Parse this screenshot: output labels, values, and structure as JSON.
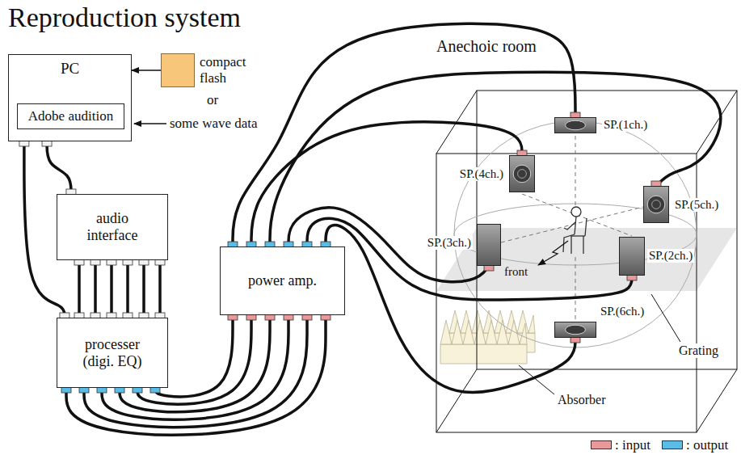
{
  "diagram": {
    "title": "Reproduction system",
    "nodes": [
      {
        "text": [
          "PC"
        ]
      },
      {
        "text": [
          "Adobe audition"
        ],
        "in": 0
      },
      {
        "text": [
          "compact flash"
        ]
      },
      {
        "text": [
          "audio interface"
        ]
      },
      {
        "text": [
          "processer (digi. EQ)"
        ]
      },
      {
        "text": [
          "power amp."
        ]
      },
      {
        "text": [
          "SP.(1ch.)"
        ]
      },
      {
        "text": [
          "SP.(4ch.)"
        ]
      },
      {
        "text": [
          "SP.(5ch.)"
        ]
      },
      {
        "text": [
          "SP.(3ch.)"
        ]
      },
      {
        "text": [
          "SP.(2ch.)"
        ]
      },
      {
        "text": [
          "SP.(6ch.)"
        ]
      }
    ],
    "edges": [
      {
        "from": 2,
        "to": 0,
        "arrow": "to"
      },
      {
        "from": 0,
        "to": 3,
        "arrow": "none"
      },
      {
        "from": 0,
        "to": 4,
        "arrow": "none"
      },
      {
        "from": 3,
        "to": 4,
        "arrow": "none"
      },
      {
        "from": 3,
        "to": 4,
        "arrow": "none"
      },
      {
        "from": 3,
        "to": 4,
        "arrow": "none"
      },
      {
        "from": 3,
        "to": 4,
        "arrow": "none"
      },
      {
        "from": 3,
        "to": 4,
        "arrow": "none"
      },
      {
        "from": 3,
        "to": 4,
        "arrow": "none"
      },
      {
        "from": 4,
        "to": 5,
        "arrow": "none"
      },
      {
        "from": 4,
        "to": 5,
        "arrow": "none"
      },
      {
        "from": 4,
        "to": 5,
        "arrow": "none"
      },
      {
        "from": 4,
        "to": 5,
        "arrow": "none"
      },
      {
        "from": 4,
        "to": 5,
        "arrow": "none"
      },
      {
        "from": 4,
        "to": 5,
        "arrow": "none"
      },
      {
        "from": 5,
        "to": 6,
        "arrow": "none"
      },
      {
        "from": 5,
        "to": 7,
        "arrow": "none"
      },
      {
        "from": 5,
        "to": 8,
        "arrow": "none"
      },
      {
        "from": 5,
        "to": 9,
        "arrow": "none"
      },
      {
        "from": 5,
        "to": 10,
        "arrow": "none"
      },
      {
        "from": 5,
        "to": 11,
        "arrow": "none"
      }
    ],
    "labels": [
      "or",
      "some wave data",
      "Anechoic room",
      "front",
      "Grating",
      "Absorber"
    ],
    "legend": [
      {
        "text": ": input",
        "color": "#e89a9a"
      },
      {
        "text": ": output",
        "color": "#5bbde6"
      }
    ]
  }
}
